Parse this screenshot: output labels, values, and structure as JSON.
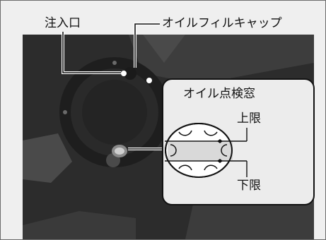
{
  "labels": {
    "inlet": "注入口",
    "oil_filler_cap": "オイルフィルキャップ",
    "oil_check_window": "オイル点検窓",
    "upper_limit": "上限",
    "lower_limit": "下限"
  },
  "colors": {
    "frame_border": "#6b6b6b",
    "frame_bg": "#efefef",
    "photo_dark": "#2f2f2f",
    "inset_bg": "#ececec",
    "line": "#111111",
    "window_shade": "#d9d9d9"
  }
}
